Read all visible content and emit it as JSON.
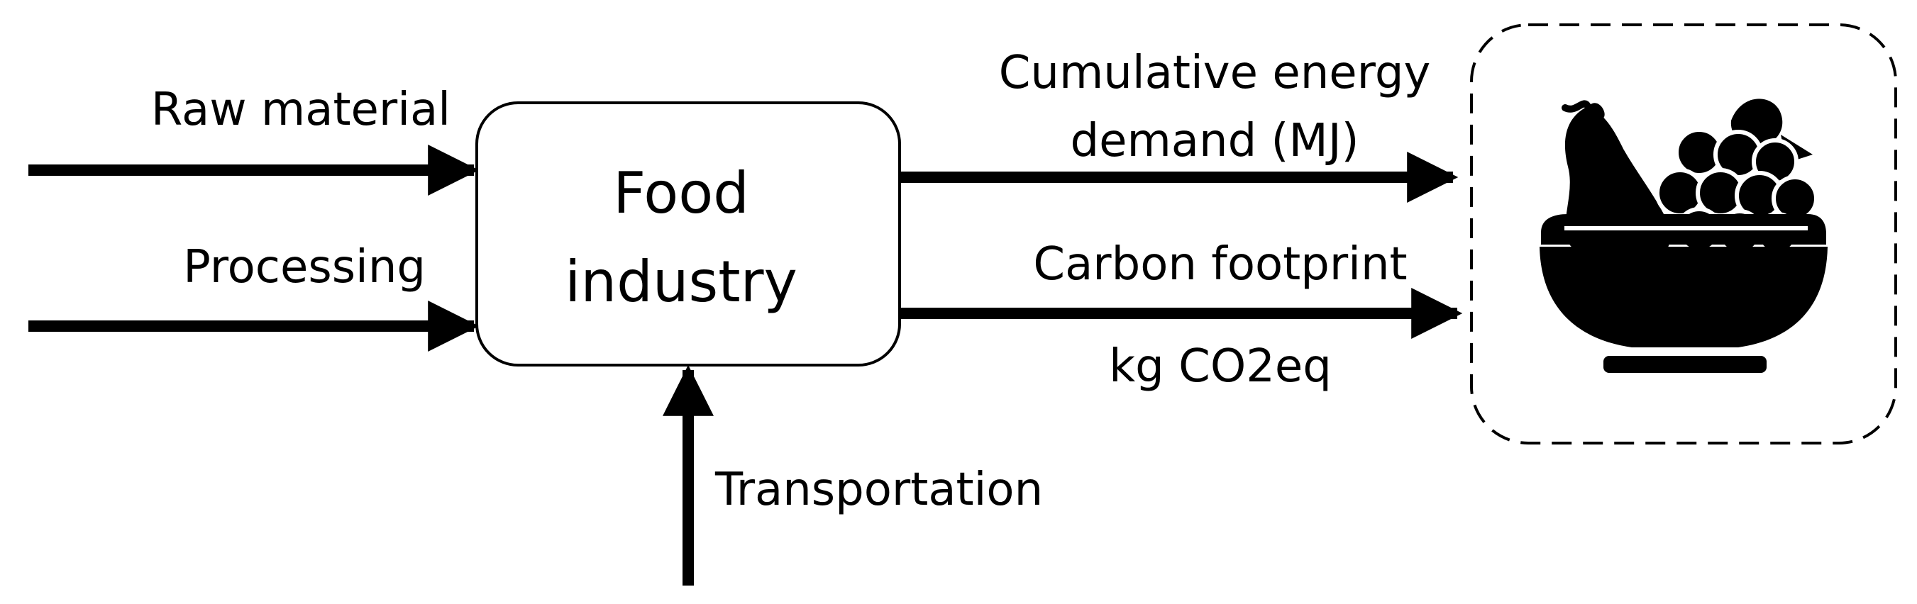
{
  "inputs": {
    "raw_material": "Raw material",
    "processing": "Processing",
    "transportation": "Transportation"
  },
  "process_box": {
    "line1": "Food",
    "line2": "industry"
  },
  "outputs": {
    "energy_line1": "Cumulative energy",
    "energy_line2": "demand (MJ)",
    "carbon_line1": "Carbon footprint",
    "carbon_line2": "kg CO2eq"
  },
  "product": {
    "icon": "fruit-bowl-icon"
  },
  "colors": {
    "ink": "#000000",
    "background": "#ffffff"
  }
}
